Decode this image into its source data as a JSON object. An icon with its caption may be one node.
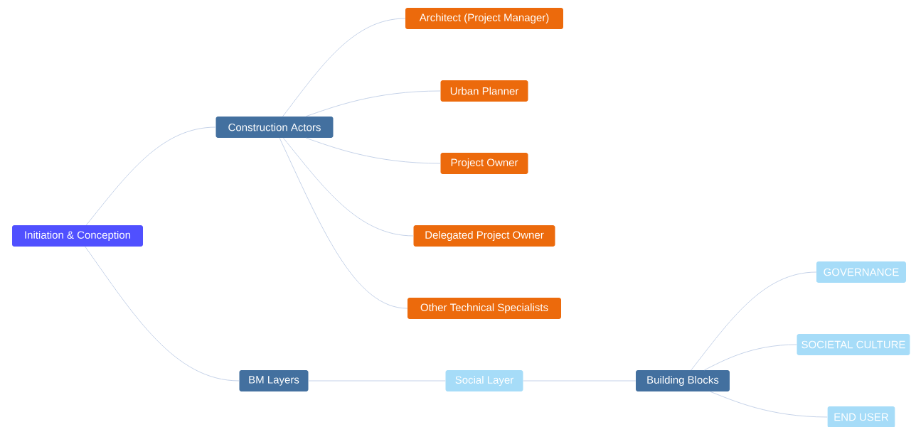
{
  "diagram": {
    "nodes": [
      {
        "text": [
          "Initiation & Conception"
        ]
      },
      {
        "text": [
          "Construction Actors"
        ]
      },
      {
        "text": [
          "Architect (Project Manager)"
        ]
      },
      {
        "text": [
          "Urban Planner"
        ]
      },
      {
        "text": [
          "Project Owner"
        ]
      },
      {
        "text": [
          "Delegated Project Owner"
        ]
      },
      {
        "text": [
          "Other Technical Specialists"
        ]
      },
      {
        "text": [
          "BM Layers"
        ]
      },
      {
        "text": [
          "Social Layer"
        ]
      },
      {
        "text": [
          "Building Blocks"
        ]
      },
      {
        "text": [
          "GOVERNANCE"
        ]
      },
      {
        "text": [
          "SOCIETAL CULTURE"
        ]
      },
      {
        "text": [
          "END USER"
        ]
      }
    ],
    "edges": [
      {
        "from": 0,
        "to": 1,
        "arrow": "none"
      },
      {
        "from": 0,
        "to": 7,
        "arrow": "none"
      },
      {
        "from": 1,
        "to": 2,
        "arrow": "none"
      },
      {
        "from": 1,
        "to": 3,
        "arrow": "none"
      },
      {
        "from": 1,
        "to": 4,
        "arrow": "none"
      },
      {
        "from": 1,
        "to": 5,
        "arrow": "none"
      },
      {
        "from": 1,
        "to": 6,
        "arrow": "none"
      },
      {
        "from": 7,
        "to": 8,
        "arrow": "none"
      },
      {
        "from": 8,
        "to": 9,
        "arrow": "none"
      },
      {
        "from": 9,
        "to": 10,
        "arrow": "none"
      },
      {
        "from": 9,
        "to": 11,
        "arrow": "none"
      },
      {
        "from": 9,
        "to": 12,
        "arrow": "none"
      }
    ]
  }
}
